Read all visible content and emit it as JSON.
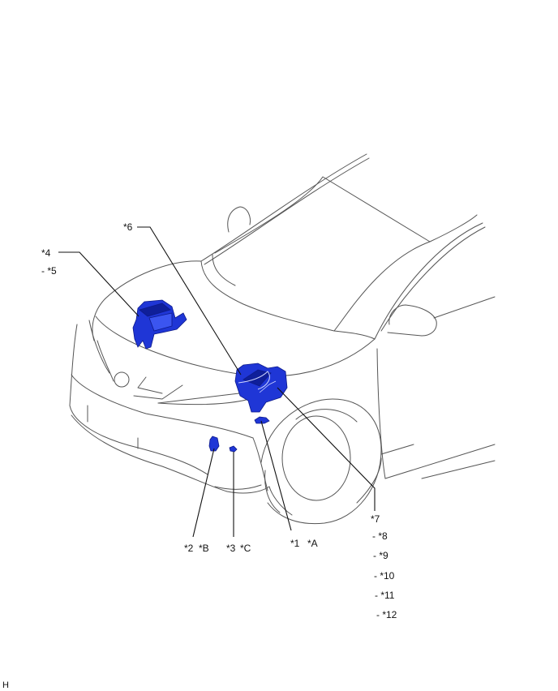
{
  "diagram": {
    "type": "component location illustration",
    "subject": "vehicle front (left side view, 3/4 perspective)",
    "component_color": "#1f36d6",
    "outline_color": "#555555",
    "leader_color": "#111111"
  },
  "callouts": {
    "c4": "*4",
    "c5": "- *5",
    "c6": "*6",
    "c7": "*7",
    "c8": "- *8",
    "c9": "- *9",
    "c10": "- *10",
    "c11": "- *11",
    "c12": "- *12",
    "c2": "*2",
    "cB": "*B",
    "c3": "*3",
    "cC": "*C",
    "c1": "*1",
    "cA": "*A"
  },
  "corner_mark": "H"
}
